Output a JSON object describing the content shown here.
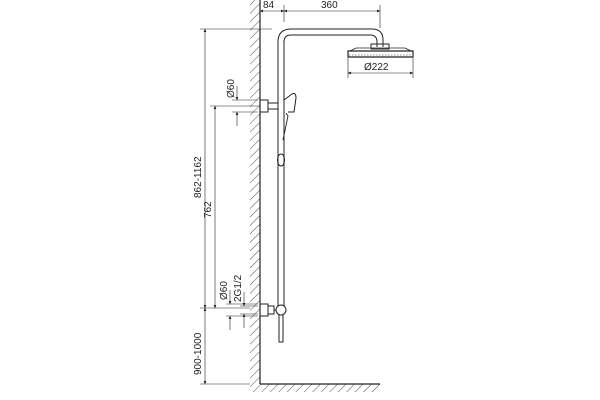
{
  "dimensions": {
    "wall_offset": "84",
    "arm_length": "360",
    "head_diameter": "Ø222",
    "bracket_upper": "Ø60",
    "total_height": "862-1162",
    "bar_height": "762",
    "bracket_lower": "Ø60",
    "inlet_thread": "2G1/2",
    "mount_height": "900-1000"
  },
  "colors": {
    "line": "#222222",
    "background": "#ffffff"
  }
}
